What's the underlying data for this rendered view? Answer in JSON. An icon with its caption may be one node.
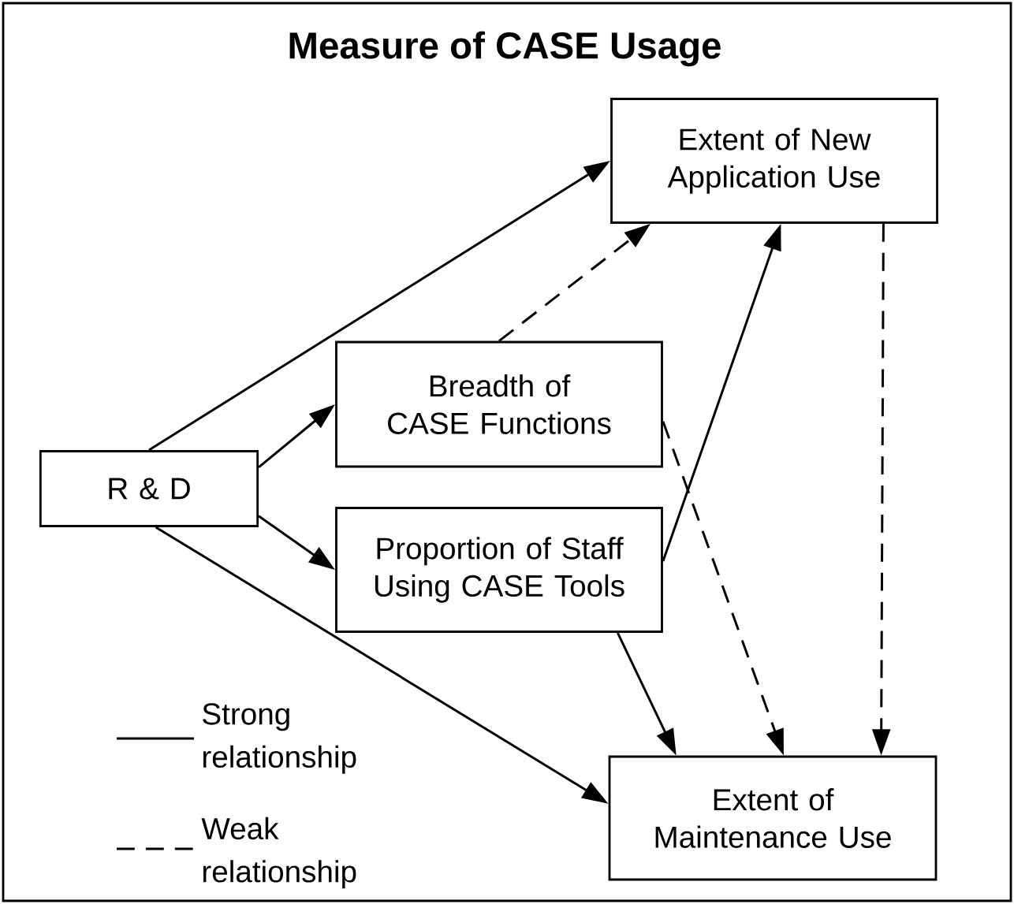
{
  "diagram": {
    "title": "Measure of CASE Usage",
    "nodes": [
      {
        "text": [
          "R & D"
        ]
      },
      {
        "text": [
          "Extent of New Application Use"
        ]
      },
      {
        "text": [
          "Breadth of CASE Functions"
        ]
      },
      {
        "text": [
          "Proportion of Staff Using CASE Tools"
        ]
      },
      {
        "text": [
          "Extent of Maintenance Use"
        ]
      }
    ],
    "edges": [
      {
        "from": 0,
        "to": 1,
        "arrow": "to"
      },
      {
        "from": 0,
        "to": 2,
        "arrow": "to"
      },
      {
        "from": 0,
        "to": 3,
        "arrow": "to"
      },
      {
        "from": 0,
        "to": 4,
        "arrow": "to"
      },
      {
        "from": 2,
        "to": 1,
        "arrow": "to",
        "style": "dashed"
      },
      {
        "from": 2,
        "to": 4,
        "arrow": "to",
        "style": "dashed"
      },
      {
        "from": 3,
        "to": 1,
        "arrow": "to"
      },
      {
        "from": 3,
        "to": 4,
        "arrow": "to"
      },
      {
        "from": 1,
        "to": 4,
        "arrow": "to",
        "style": "dashed"
      }
    ],
    "legend": [
      {
        "text": "Strong relationship"
      },
      {
        "text": "Weak relationship"
      }
    ]
  }
}
